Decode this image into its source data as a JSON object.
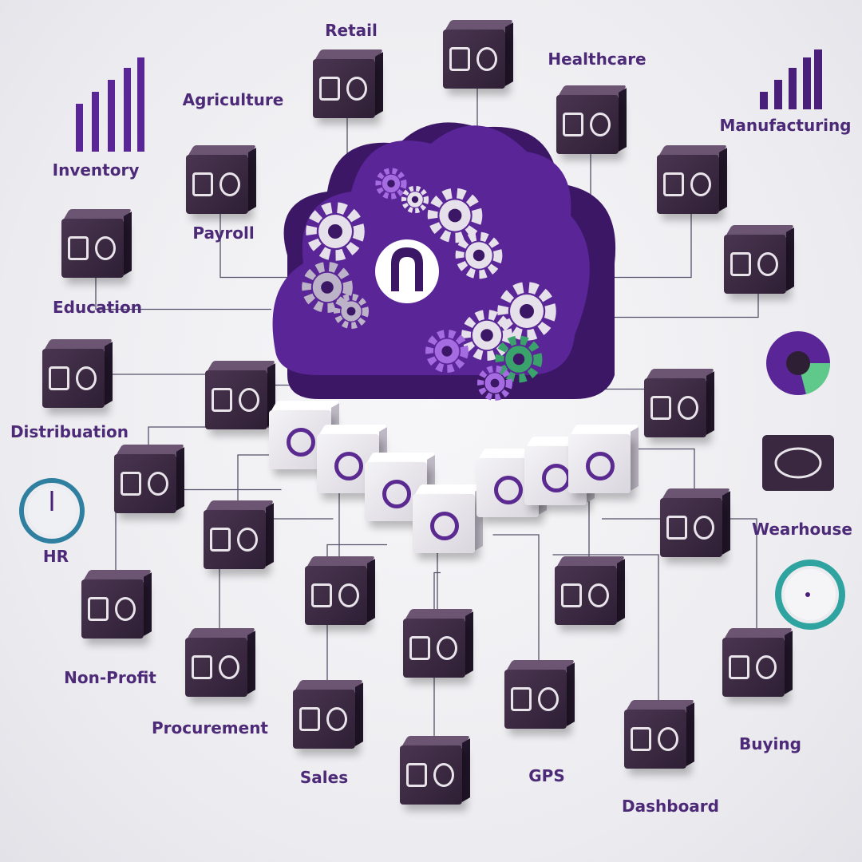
{
  "labels": {
    "retail": "Retail",
    "agriculture": "Agriculture",
    "inventory": "Inventory",
    "healthcare": "Healthcare",
    "manufacturing": "Manufacturing",
    "payroll": "Payroll",
    "education": "Education",
    "distribution": "Distribuation",
    "hr": "HR",
    "warehouse": "Wearhouse",
    "non_profit": "Non-Profit",
    "procurement": "Procurement",
    "sales": "Sales",
    "gps": "GPS",
    "dashboard": "Dashboard",
    "buying": "Buying"
  },
  "colors": {
    "brand_purple": "#4a1f7a",
    "label_purple": "#4d2a78",
    "cube_dark": "#3a2840",
    "accent_green": "#3aa36b"
  },
  "icons": [
    "cloud-icon",
    "gear-icon",
    "module-cube-icon",
    "bar-chart-icon",
    "gauge-icon",
    "pie-chart-icon"
  ]
}
